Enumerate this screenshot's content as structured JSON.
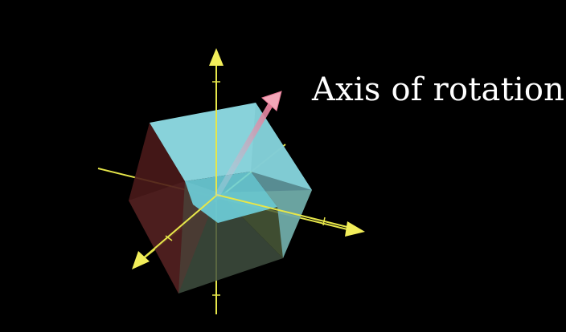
{
  "caption": {
    "text": "Axis of rotation"
  },
  "colors": {
    "background": "#000000",
    "axes": "#e6e64a",
    "cube_top": "#8fdde6",
    "cube_face_light": "#6ed0dc",
    "cube_face_dark": "#4a1c1c",
    "cube_face_olive": "#4a5a3a",
    "rotation_arrow": "#e87a96",
    "caption_text": "#ffffff"
  },
  "elements": {
    "axes": [
      "x-axis",
      "y-axis",
      "z-axis"
    ],
    "shape": "cube",
    "highlight": "rotation-axis-arrow"
  }
}
